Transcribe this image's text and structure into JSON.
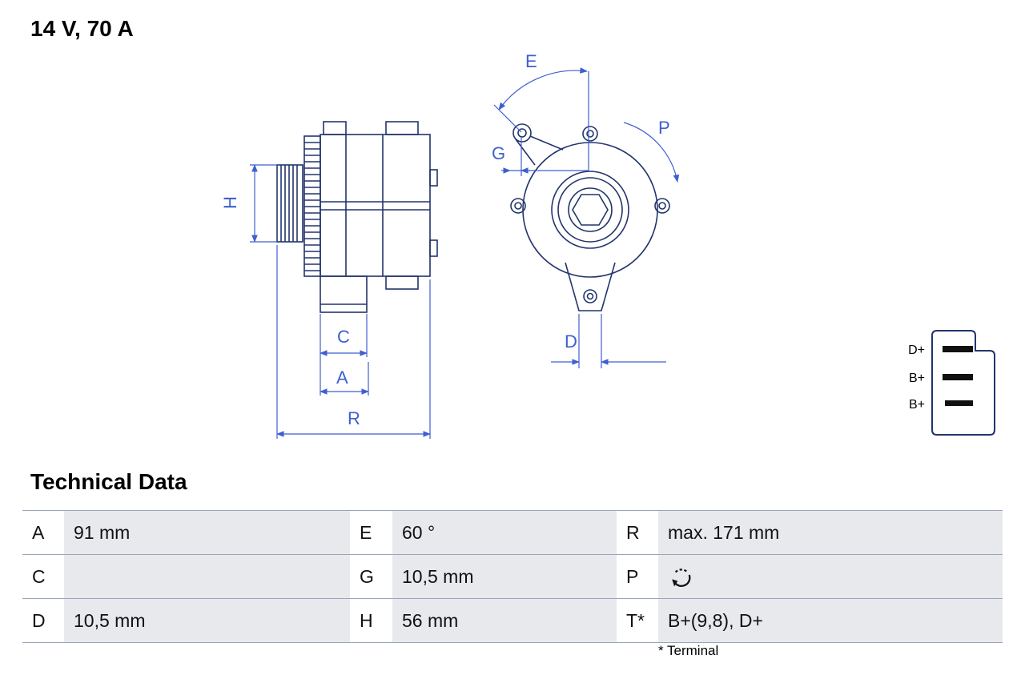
{
  "title": "14 V, 70 A",
  "section": {
    "heading": "Technical Data",
    "footnote": "* Terminal"
  },
  "dims": {
    "H": "H",
    "C": "C",
    "A": "A",
    "R": "R",
    "E": "E",
    "G": "G",
    "P": "P",
    "D": "D"
  },
  "connector": {
    "pins": [
      "D+",
      "B+",
      "B+"
    ]
  },
  "table": {
    "rows": [
      {
        "c1": {
          "key": "A",
          "value": "91 mm"
        },
        "c2": {
          "key": "E",
          "value": "60 °"
        },
        "c3": {
          "key": "R",
          "value": "max. 171 mm"
        }
      },
      {
        "c1": {
          "key": "C",
          "value": ""
        },
        "c2": {
          "key": "G",
          "value": "10,5 mm"
        },
        "c3": {
          "key": "P",
          "value": "",
          "icon": "clockwise-rotation"
        }
      },
      {
        "c1": {
          "key": "D",
          "value": "10,5 mm"
        },
        "c2": {
          "key": "H",
          "value": "56 mm"
        },
        "c3": {
          "key": "T*",
          "value": "B+(9,8), D+"
        }
      }
    ]
  },
  "colors": {
    "drawing_line": "#22356B",
    "dimension_line": "#3F5FD0",
    "table_line": "#99A5BB",
    "value_cell_bg": "#E8E9ED"
  }
}
